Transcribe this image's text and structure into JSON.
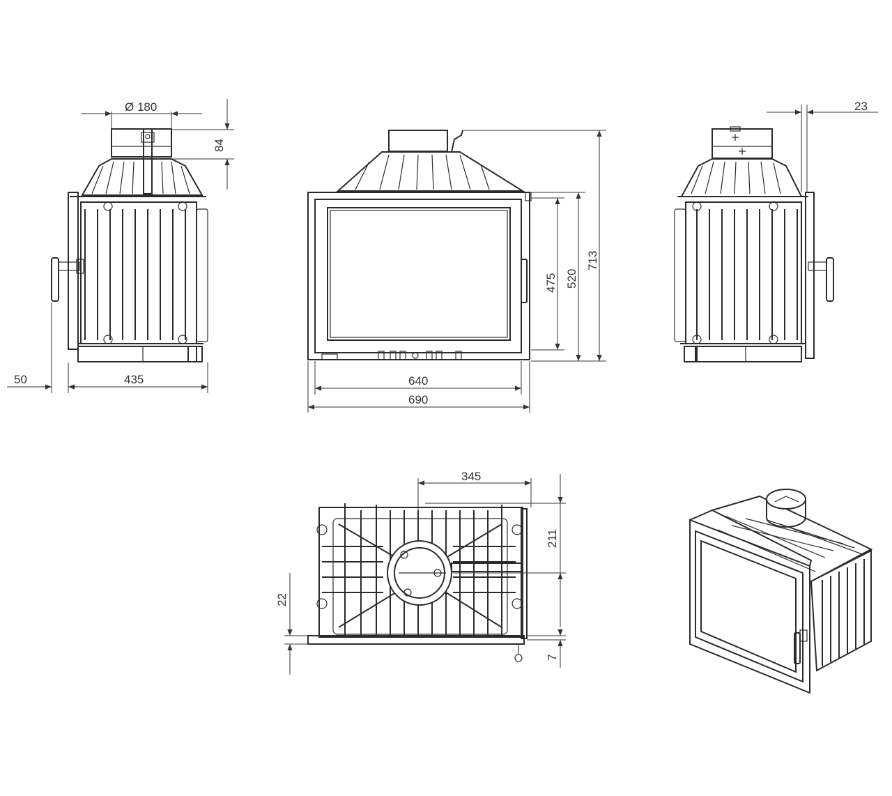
{
  "dimensions": {
    "flue_diameter": "Ø 180",
    "flue_height": "84",
    "left_offset": "50",
    "side_depth": "435",
    "glass_width": "640",
    "door_width": "690",
    "glass_height": "475",
    "door_height": "520",
    "total_height": "713",
    "handle_projection": "23",
    "top_flue_offset_x": "345",
    "top_flue_offset_y": "211",
    "top_frame_offset": "22",
    "top_frame_thickness": "7"
  },
  "colors": {
    "line": "#2b2b2b",
    "background": "#ffffff"
  }
}
